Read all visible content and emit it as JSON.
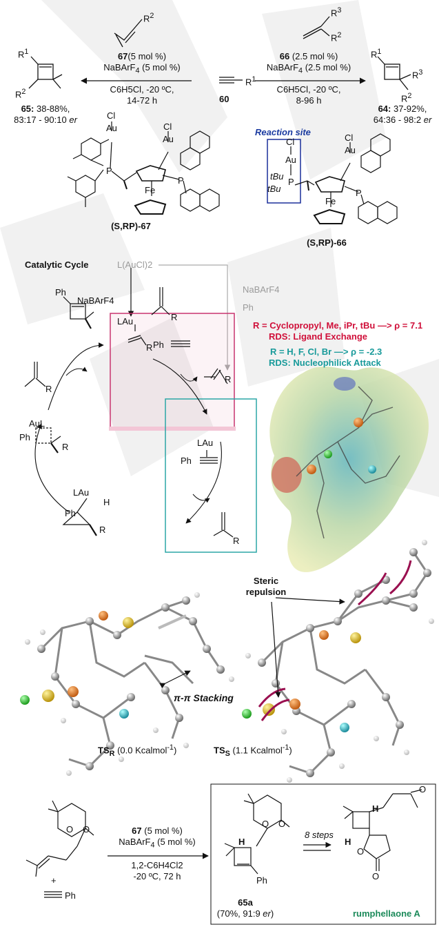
{
  "colors": {
    "cycle_red": "#c8336e",
    "cycle_teal": "#2aa6a6",
    "site_box": "#1a2f9a",
    "red_text": "#d0103a",
    "teal_text": "#189a9a",
    "watermark": "#f3f3f3"
  },
  "top_scheme": {
    "left_substrate": {
      "r": "R",
      "sup": "2"
    },
    "left_cond": {
      "cat": "67",
      "cat_load": "(5 mol %)",
      "additive": "NaBArF",
      "additive_sup": "4",
      "additive_load": "(5 mol %)",
      "solvent": "C6H5Cl, -20 ºC,",
      "time": "14-72 h"
    },
    "left_product": {
      "id": "65:",
      "yield": "38-88%,",
      "er": "83:17 - 90:10",
      "er_unit": "er",
      "r1": "R",
      "r1_sup": "1",
      "r2": "R",
      "r2_sup": "2"
    },
    "center": {
      "id": "60",
      "r": "R",
      "r_sup": "1"
    },
    "right_substrate": {
      "r3": "R",
      "r3_sup": "3",
      "r2": "R",
      "r2_sup": "2"
    },
    "right_cond": {
      "cat": "66",
      "cat_load": "(2.5 mol %)",
      "additive": "NaBArF",
      "additive_sup": "4",
      "additive_load": "(2.5 mol %)",
      "solvent": "C6H5Cl, -20 ºC,",
      "time": "8-96 h"
    },
    "right_product": {
      "id": "64:",
      "yield": "37-92%,",
      "er": "64:36 - 98:2",
      "er_unit": "er",
      "r1": "R",
      "r1_sup": "1",
      "r2": "R",
      "r2_sup": "2",
      "r3": "R",
      "r3_sup": "3"
    },
    "reaction_site": "Reaction site"
  },
  "catalysts": {
    "cat67": {
      "label": "(S,RP)-67",
      "cl": "Cl",
      "au": "Au",
      "p": "P",
      "fe": "Fe"
    },
    "cat66": {
      "label": "(S,RP)-66",
      "cl": "Cl",
      "au": "Au",
      "p": "P",
      "fe": "Fe",
      "tbu": "tBu"
    }
  },
  "cycle": {
    "title": "Catalytic Cycle",
    "precat": "L(AuCl)2",
    "activator": "NaBArF4",
    "activator_gray": "NaBArF4",
    "alkyne_gray": "Ph",
    "red_r": "R = Cyclopropyl, Me, iPr, tBu —> ρ = 7.1",
    "red_rds": "RDS: Ligand Exchange",
    "teal_r": "R = H, F, Cl, Br —> ρ = -2.3",
    "teal_rds": "RDS: Nucleophilick Attack",
    "lau": "LAu",
    "ph": "Ph",
    "r": "R",
    "aul": "AuL",
    "h": "H"
  },
  "ts": {
    "steric": "Steric",
    "repulsion": "repulsion",
    "stacking": "π-π Stacking",
    "tsr": "TS",
    "tsr_sub": "R",
    "tsr_energy": "(0.0 Kcalmol",
    "tsr_exp": "-1",
    "tss": "TS",
    "tss_sub": "S",
    "tss_energy": "(1.1 Kcalmol",
    "tss_exp": "-1"
  },
  "bottom": {
    "plus": "+",
    "ph": "Ph",
    "cond_cat": "67",
    "cond_cat_load": "(5 mol %)",
    "cond_add": "NaBArF",
    "cond_add_sup": "4",
    "cond_add_load": "(5 mol %)",
    "cond_solv": "1,2-C6H4Cl2",
    "cond_temp": "-20 ºC, 72 h",
    "product_id": "65a",
    "product_yield": "(70%, 91:9",
    "product_er": "er",
    "steps": "8 steps",
    "natural": "rumphellaone A",
    "h": "H",
    "o": "O"
  }
}
